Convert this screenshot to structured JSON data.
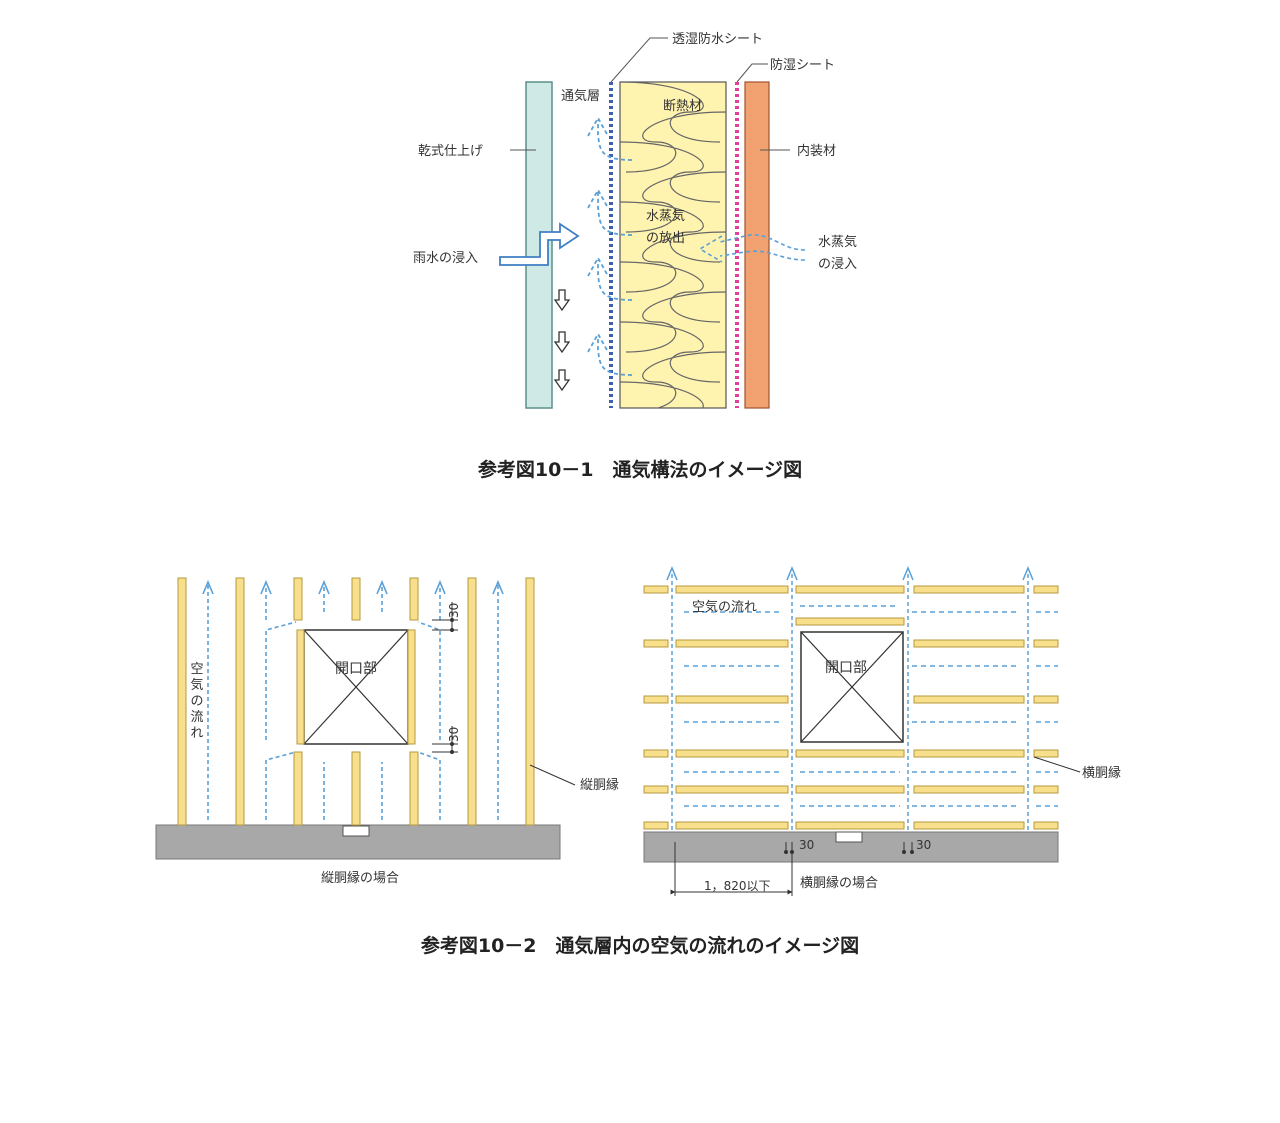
{
  "figure1": {
    "caption": "参考図10－1　通気構法のイメージ図",
    "labels": {
      "moisture_permeable_sheet": "透湿防水シート",
      "vapor_barrier_sheet": "防湿シート",
      "ventilation_layer": "通気層",
      "insulation": "断熱材",
      "dry_finish": "乾式仕上げ",
      "interior_finish": "内装材",
      "vapor_release_1": "水蒸気",
      "vapor_release_2": "の放出",
      "vapor_intrusion_1": "水蒸気",
      "vapor_intrusion_2": "の浸入",
      "rain_intrusion": "雨水の浸入"
    }
  },
  "figure2": {
    "caption": "参考図10－2　通気層内の空気の流れのイメージ図",
    "left": {
      "title": "縦胴縁の場合",
      "opening": "開口部",
      "air_flow_chars": [
        "空",
        "気",
        "の",
        "流",
        "れ"
      ],
      "furring_label": "縦胴縁",
      "gap_top": "30",
      "gap_bottom": "30"
    },
    "right": {
      "title": "横胴縁の場合",
      "opening": "開口部",
      "air_flow": "空気の流れ",
      "furring_label": "横胴縁",
      "gap_a": "30",
      "gap_b": "30",
      "spacing": "1，820以下"
    }
  },
  "colors": {
    "exterior_finish": "#cfe9e6",
    "insulation": "#fff3b0",
    "interior": "#f2a271",
    "membrane_blue": "#3f5fb0",
    "membrane_pink": "#e0409a",
    "air_flow": "#5aa0d8",
    "furring": "#f7df8c",
    "foundation": "#a8a8a8"
  }
}
